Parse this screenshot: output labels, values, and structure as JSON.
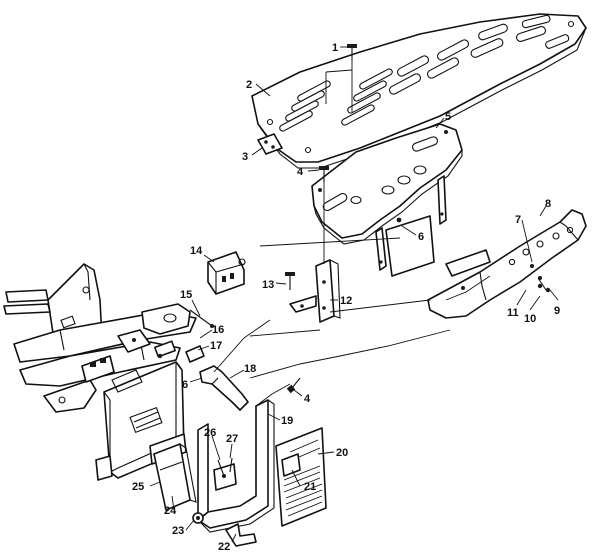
{
  "callouts": [
    {
      "id": "c1",
      "label": "1"
    },
    {
      "id": "c2",
      "label": "2"
    },
    {
      "id": "c3",
      "label": "3"
    },
    {
      "id": "c4a",
      "label": "4"
    },
    {
      "id": "c4b",
      "label": "4"
    },
    {
      "id": "c5",
      "label": "5"
    },
    {
      "id": "c6a",
      "label": "6"
    },
    {
      "id": "c6b",
      "label": "6"
    },
    {
      "id": "c7",
      "label": "7"
    },
    {
      "id": "c8",
      "label": "8"
    },
    {
      "id": "c9",
      "label": "9"
    },
    {
      "id": "c10",
      "label": "10"
    },
    {
      "id": "c11",
      "label": "11"
    },
    {
      "id": "c12",
      "label": "12"
    },
    {
      "id": "c13",
      "label": "13"
    },
    {
      "id": "c14",
      "label": "14"
    },
    {
      "id": "c15",
      "label": "15"
    },
    {
      "id": "c16",
      "label": "16"
    },
    {
      "id": "c17",
      "label": "17"
    },
    {
      "id": "c18",
      "label": "18"
    },
    {
      "id": "c19",
      "label": "19"
    },
    {
      "id": "c20",
      "label": "20"
    },
    {
      "id": "c21",
      "label": "21"
    },
    {
      "id": "c22",
      "label": "22"
    },
    {
      "id": "c23",
      "label": "23"
    },
    {
      "id": "c24",
      "label": "24"
    },
    {
      "id": "c25",
      "label": "25"
    },
    {
      "id": "c26",
      "label": "26"
    },
    {
      "id": "c27",
      "label": "27"
    }
  ]
}
